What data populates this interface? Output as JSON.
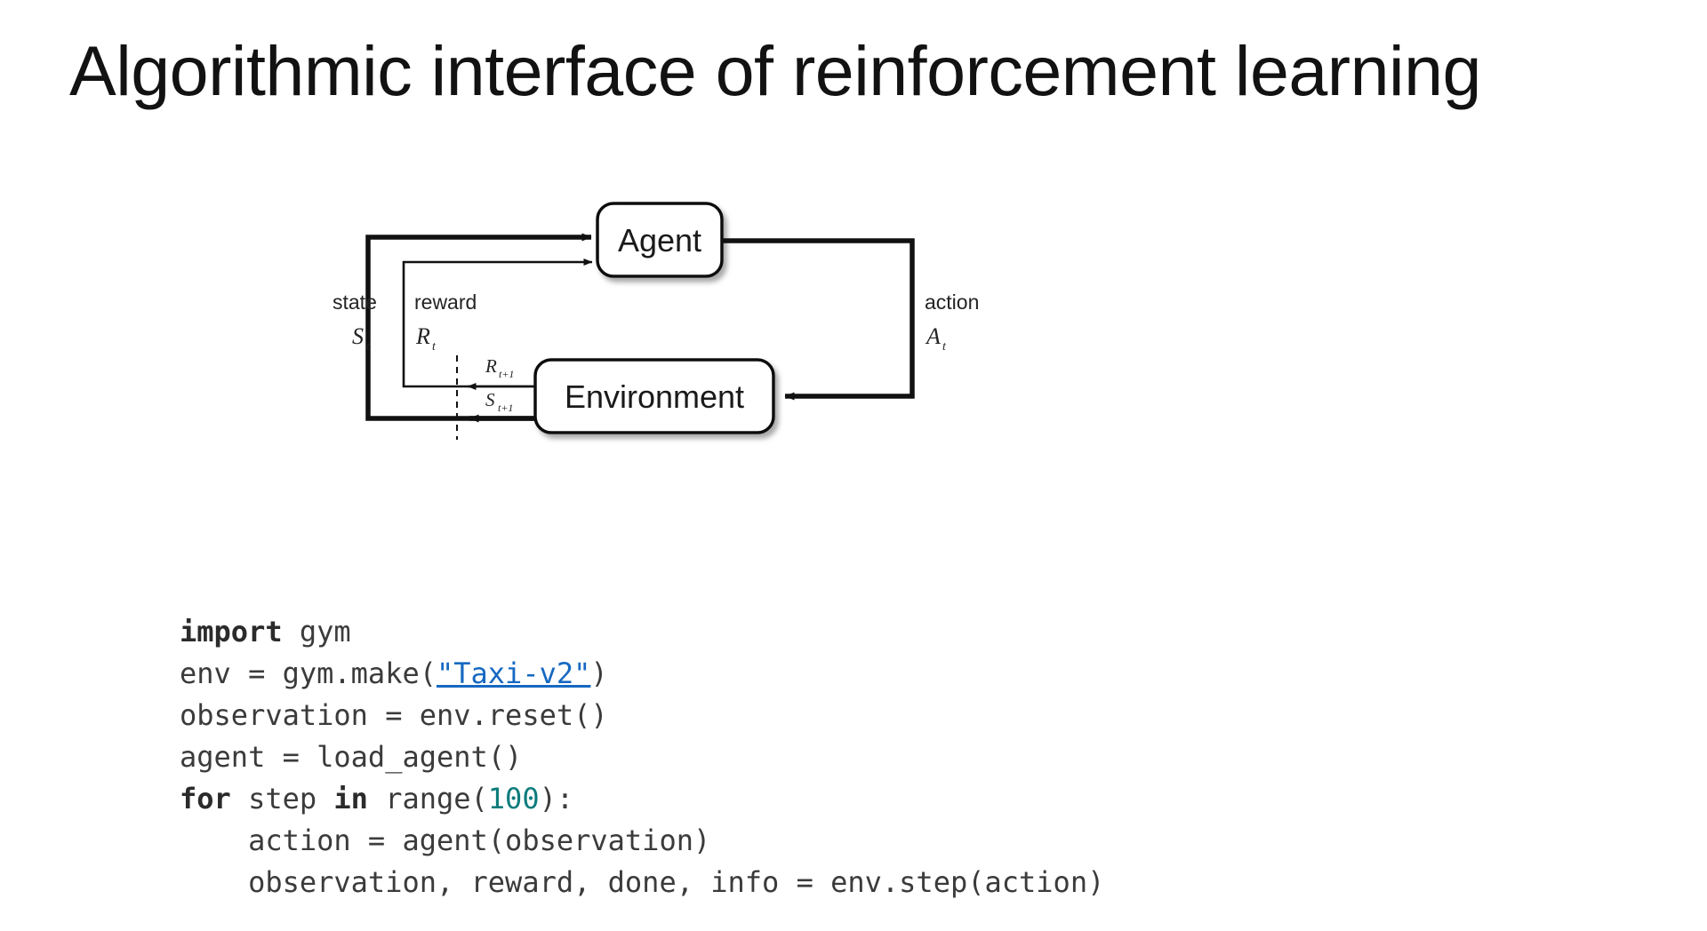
{
  "slide": {
    "title": "Algorithmic interface of reinforcement learning",
    "background_color": "#ffffff",
    "text_color": "#121212"
  },
  "diagram": {
    "name": "agent-environment-interaction-loop",
    "nodes": [
      {
        "id": "agent",
        "label": "Agent"
      },
      {
        "id": "environment",
        "label": "Environment"
      }
    ],
    "edge_labels": {
      "state_word": "state",
      "state_symbol": "S",
      "state_subscript": "t",
      "reward_word": "reward",
      "reward_symbol": "R",
      "reward_subscript": "t",
      "action_word": "action",
      "action_symbol": "A",
      "action_subscript": "t",
      "next_reward_symbol": "R",
      "next_reward_subscript": "t+1",
      "next_state_symbol": "S",
      "next_state_subscript": "t+1"
    },
    "stroke_color": "#111111"
  },
  "code": {
    "language": "python",
    "keyword_color": "#2b2b2b",
    "number_color": "#0d7c7c",
    "link_color": "#1668c1",
    "text_color": "#3b3b3b",
    "lines": [
      {
        "id": "l1",
        "segments": [
          {
            "t": "import",
            "k": "kw"
          },
          {
            "t": " gym",
            "k": "plain"
          }
        ]
      },
      {
        "id": "l2",
        "segments": [
          {
            "t": "env = gym.make(",
            "k": "plain"
          },
          {
            "t": "\"Taxi-v2\"",
            "k": "link"
          },
          {
            "t": ")",
            "k": "plain"
          }
        ]
      },
      {
        "id": "l3",
        "segments": [
          {
            "t": "observation = env.reset()",
            "k": "plain"
          }
        ]
      },
      {
        "id": "l4",
        "segments": [
          {
            "t": "agent = load_agent()",
            "k": "plain"
          }
        ]
      },
      {
        "id": "l5",
        "segments": [
          {
            "t": "for",
            "k": "kw"
          },
          {
            "t": " step ",
            "k": "plain"
          },
          {
            "t": "in",
            "k": "kw"
          },
          {
            "t": " range(",
            "k": "plain"
          },
          {
            "t": "100",
            "k": "num"
          },
          {
            "t": "):",
            "k": "plain"
          }
        ]
      },
      {
        "id": "l6",
        "segments": [
          {
            "t": "    action = agent(observation)",
            "k": "plain"
          }
        ]
      },
      {
        "id": "l7",
        "segments": [
          {
            "t": "    observation, reward, done, info = env.step(action)",
            "k": "plain"
          }
        ]
      }
    ]
  }
}
